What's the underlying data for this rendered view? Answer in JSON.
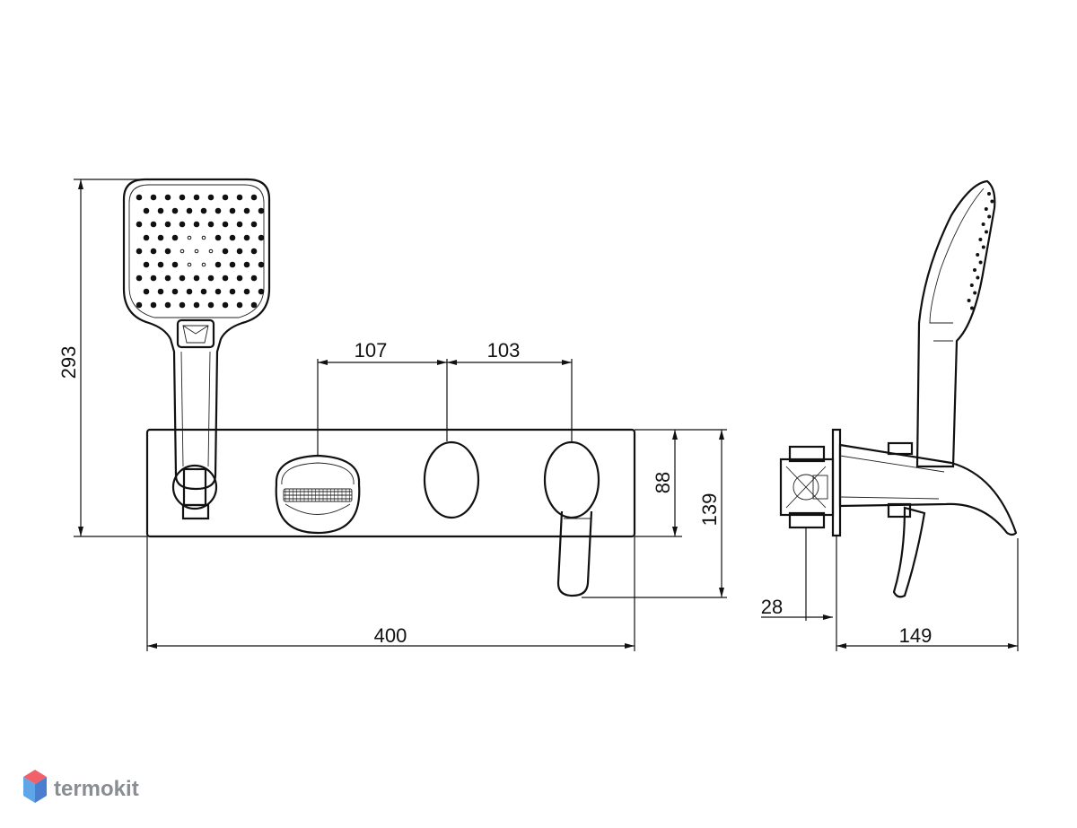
{
  "watermark": {
    "brand": "termokit",
    "colors": {
      "top": "#f2606a",
      "left": "#5fa6e8",
      "right": "#4a7fd0"
    }
  },
  "dimensions": {
    "handshower_height": "293",
    "spacing_left": "107",
    "spacing_right": "103",
    "plate_height": "88",
    "lever_height": "139",
    "plate_width": "400",
    "wall_depth": "28",
    "side_depth": "149"
  }
}
